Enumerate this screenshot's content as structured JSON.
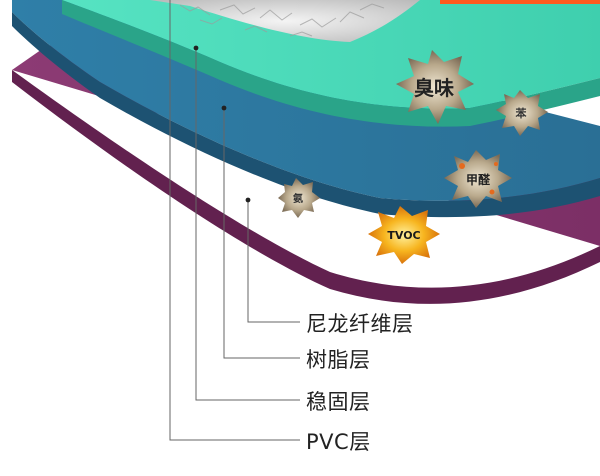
{
  "layers": [
    {
      "id": "nylon",
      "label": "尼龙纤维层",
      "color": "#46d6b6"
    },
    {
      "id": "resin",
      "label": "树脂层",
      "color": "#2e789f"
    },
    {
      "id": "stable",
      "label": "稳固层",
      "color": "#8a3a72"
    },
    {
      "id": "pvc",
      "label": "PVC层",
      "color": "#d3d3d3"
    }
  ],
  "pollutants": [
    {
      "id": "odor",
      "label": "臭味"
    },
    {
      "id": "benzene",
      "label": "苯"
    },
    {
      "id": "formaldehyde",
      "label": "甲醛"
    },
    {
      "id": "ammonia",
      "label": "氨"
    },
    {
      "id": "tvoc",
      "label": "TVOC"
    }
  ],
  "colors": {
    "leader_line": "#666666",
    "burst_light": "#cfc2ab",
    "burst_fire": "#f3b21d"
  }
}
